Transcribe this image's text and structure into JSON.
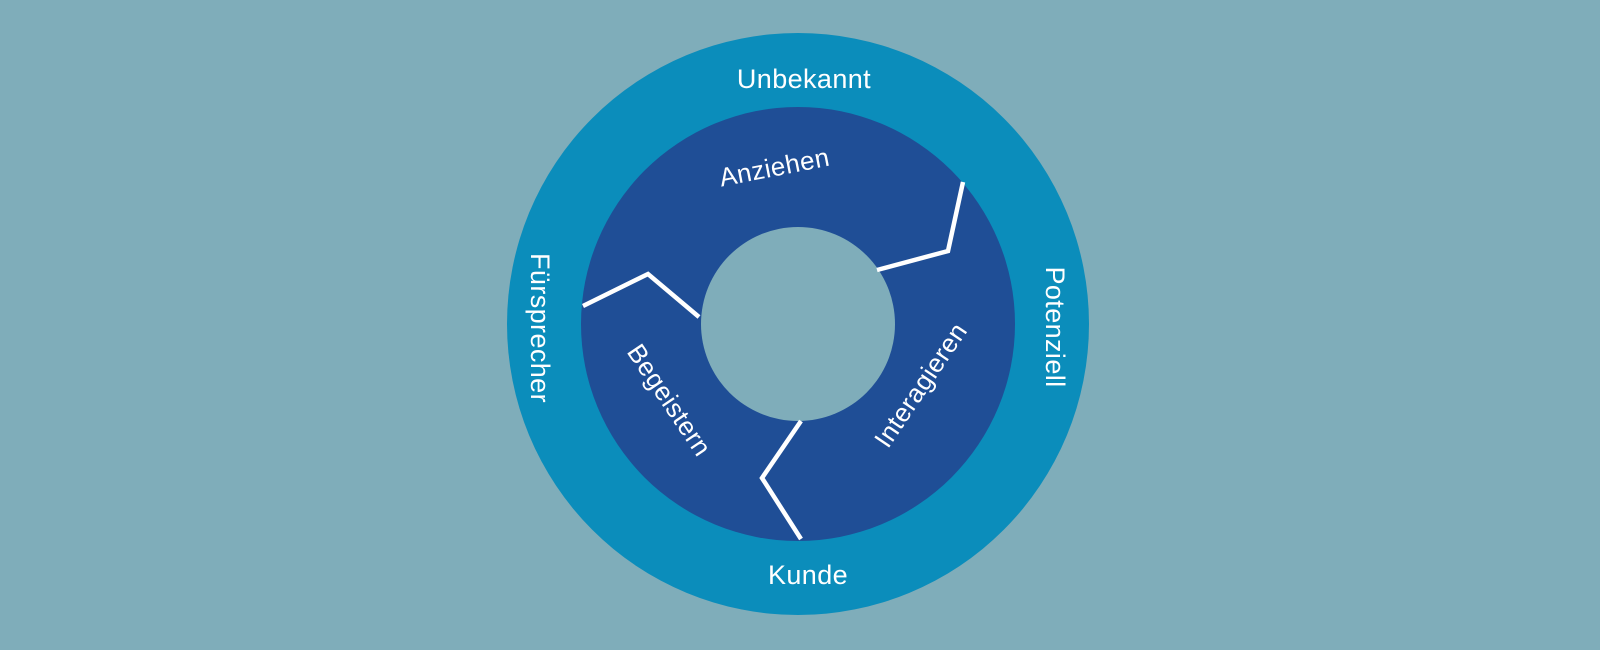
{
  "colors": {
    "background": "#7fadba",
    "outer_ring": "#0b8dbb",
    "inner_ring": "#1f4e96",
    "text": "#ffffff",
    "arrow": "#ffffff"
  },
  "flywheel": {
    "rotation_direction": "clockwise",
    "outer_labels": [
      {
        "text": "Unbekannt",
        "position": "top"
      },
      {
        "text": "Potenziell",
        "position": "right"
      },
      {
        "text": "Kunde",
        "position": "bottom"
      },
      {
        "text": "Fürsprecher",
        "position": "left"
      }
    ],
    "segments": [
      {
        "text": "Anziehen",
        "position": "top"
      },
      {
        "text": "Interagieren",
        "position": "bottom-right"
      },
      {
        "text": "Begeistern",
        "position": "bottom-left"
      }
    ]
  }
}
